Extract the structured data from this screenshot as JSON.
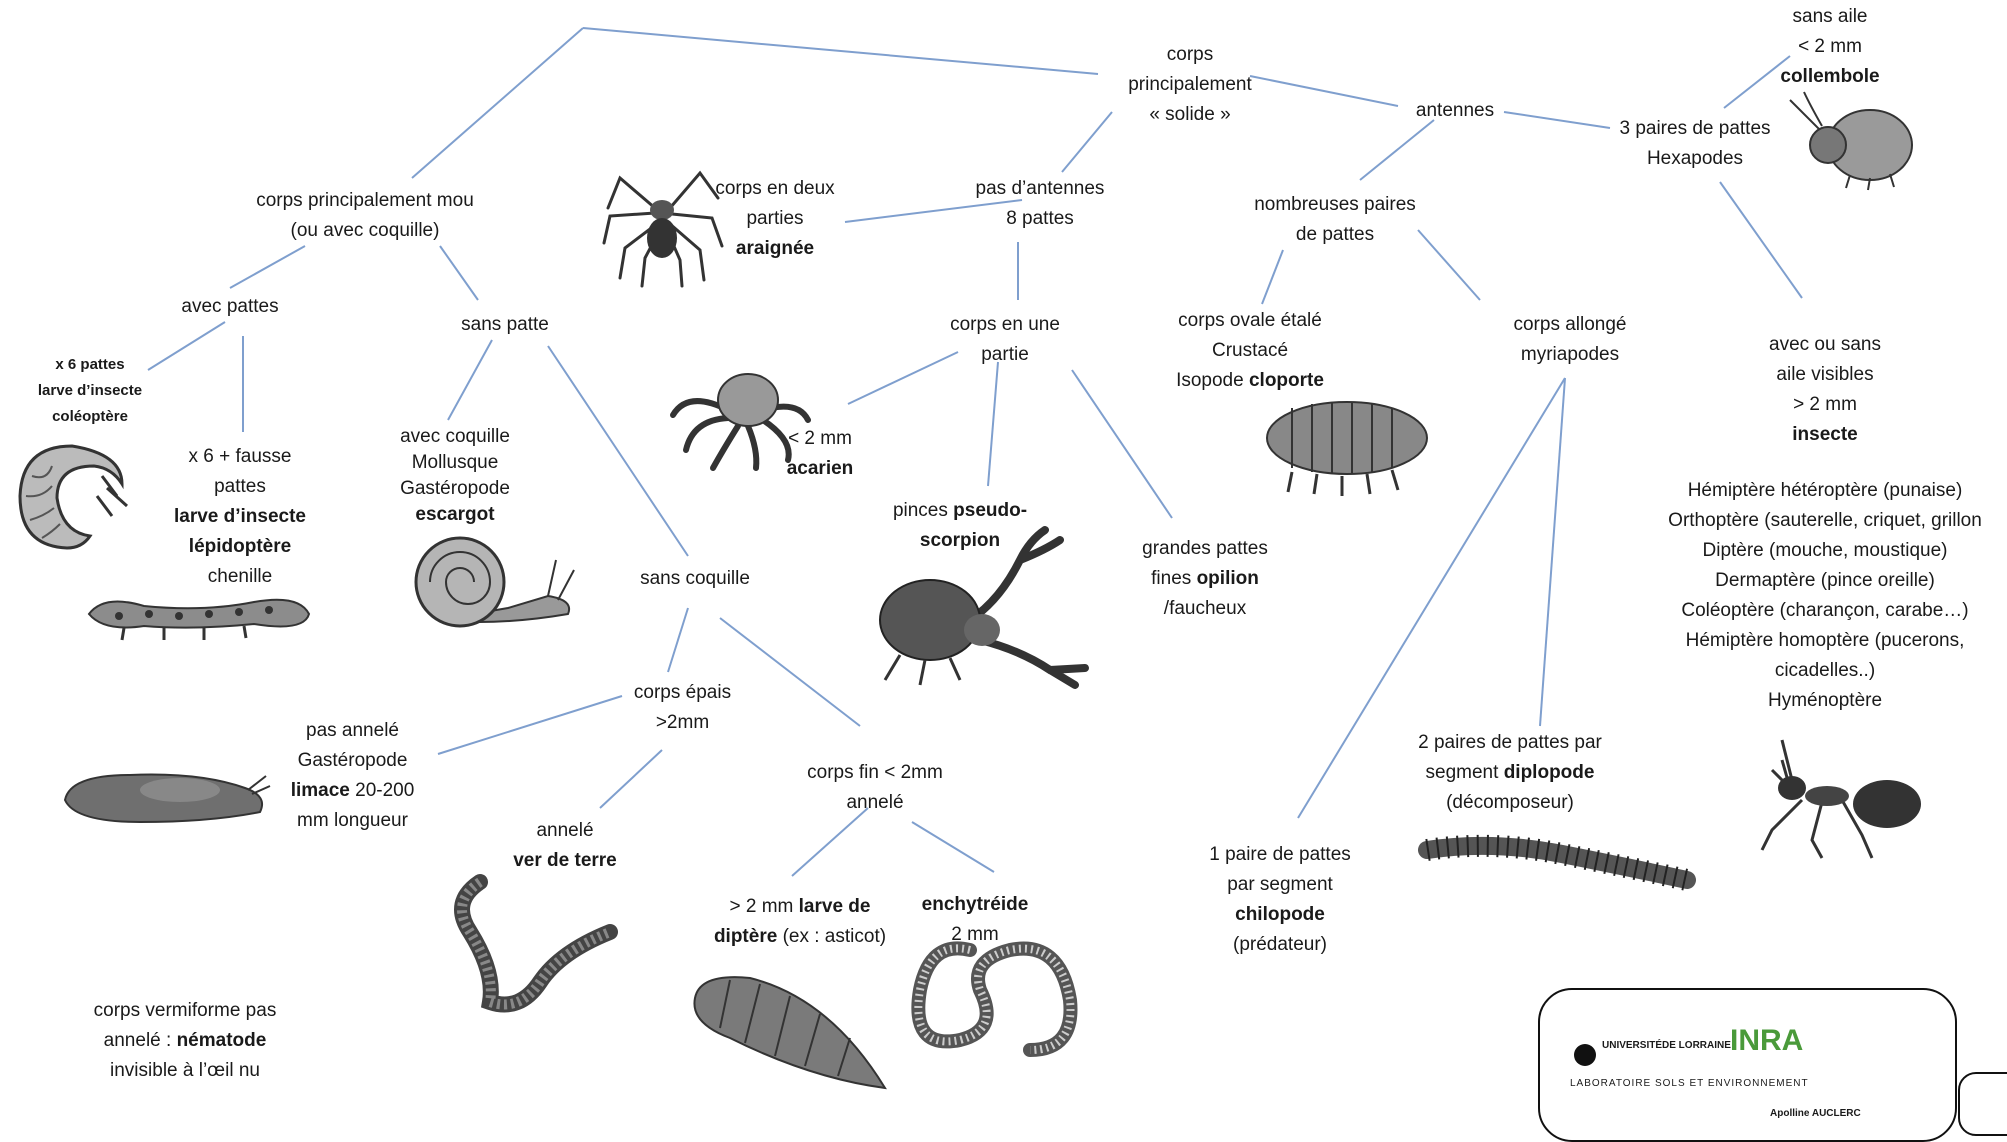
{
  "nodes": {
    "root": [
      "corps",
      "principalement",
      "« solide »"
    ],
    "mou": [
      "corps principalement mou",
      "(ou avec coquille)"
    ],
    "avec_pattes": [
      "avec pattes"
    ],
    "sans_patte": [
      "sans patte"
    ],
    "coleoptere": [
      "x 6 pattes",
      "larve d’insecte",
      "coléoptère"
    ],
    "lepidoptere": [
      "x 6 + fausse",
      "pattes",
      "**larve d’insecte**",
      "**lépidoptère**",
      "chenille"
    ],
    "escargot": [
      "avec coquille",
      "Mollusque",
      "Gastéropode",
      "**escargot**"
    ],
    "sans_coquille": [
      "sans coquille"
    ],
    "corps_epais": [
      "corps épais",
      ">2mm"
    ],
    "limace": [
      "pas annelé",
      "Gastéropode",
      "**limace** 20-200",
      "mm longueur"
    ],
    "ver_de_terre": [
      "annelé",
      "**ver de terre**"
    ],
    "corps_fin": [
      "corps fin < 2mm",
      "annelé"
    ],
    "diptere": [
      "> 2 mm **larve de**",
      "**diptère** (ex : asticot)"
    ],
    "enchytreide": [
      "**enchytréide**",
      "2 mm"
    ],
    "nematode": [
      "corps vermiforme pas",
      "annelé : **nématode**",
      "invisible à l’œil nu"
    ],
    "araignee": [
      "corps en deux",
      "parties",
      "**araignée**"
    ],
    "pas_antennes": [
      "pas d’antennes",
      "8 pattes"
    ],
    "une_partie": [
      "corps en une",
      "partie"
    ],
    "acarien": [
      "< 2 mm",
      "**acarien**"
    ],
    "pseudoscorpion": [
      "pinces **pseudo-**",
      "**scorpion**"
    ],
    "opilion": [
      "grandes pattes",
      "fines **opilion**",
      "/faucheux"
    ],
    "antennes": [
      "antennes"
    ],
    "nombreuses": [
      "nombreuses paires",
      "de pattes"
    ],
    "cloporte": [
      "corps ovale étalé",
      "Crustacé",
      "Isopode **cloporte**"
    ],
    "myriapodes": [
      "corps allongé",
      "myriapodes"
    ],
    "diplopode": [
      "2 paires de pattes par",
      "segment **diplopode**",
      "(décomposeur)"
    ],
    "chilopode": [
      "1 paire de pattes",
      "par segment",
      "**chilopode**",
      "(prédateur)"
    ],
    "hexapodes": [
      "3 paires de pattes",
      "Hexapodes"
    ],
    "collembole": [
      "sans aile",
      "< 2 mm",
      "**collembole**"
    ],
    "insecte": [
      "avec ou sans",
      "aile visibles",
      "> 2 mm",
      "**insecte**"
    ],
    "insect_orders": [
      "Hémiptère hétéroptère (punaise)",
      "Orthoptère (sauterelle, criquet, grillon",
      "Diptère (mouche, moustique)",
      "Dermaptère (pince oreille)",
      "Coléoptère (charançon, carabe…)",
      "Hémiptère homoptère (pucerons,",
      "cicadelles..)",
      "Hyménoptère"
    ]
  },
  "logo": {
    "university": [
      "UNIVERSITÉ",
      "DE LORRAINE"
    ],
    "institute": "INRA",
    "lab": "LABORATOIRE SOLS ET ENVIRONNEMENT",
    "author": "Apolline AUCLERC"
  },
  "colors": {
    "link_line": "#7f9fce",
    "text": "#1a1a1a",
    "drawing_fill": "#8a8a8a",
    "drawing_stroke": "#2a2a2a",
    "inra_green": "#4a9a3a",
    "inra_blue": "#1d5fa8"
  }
}
